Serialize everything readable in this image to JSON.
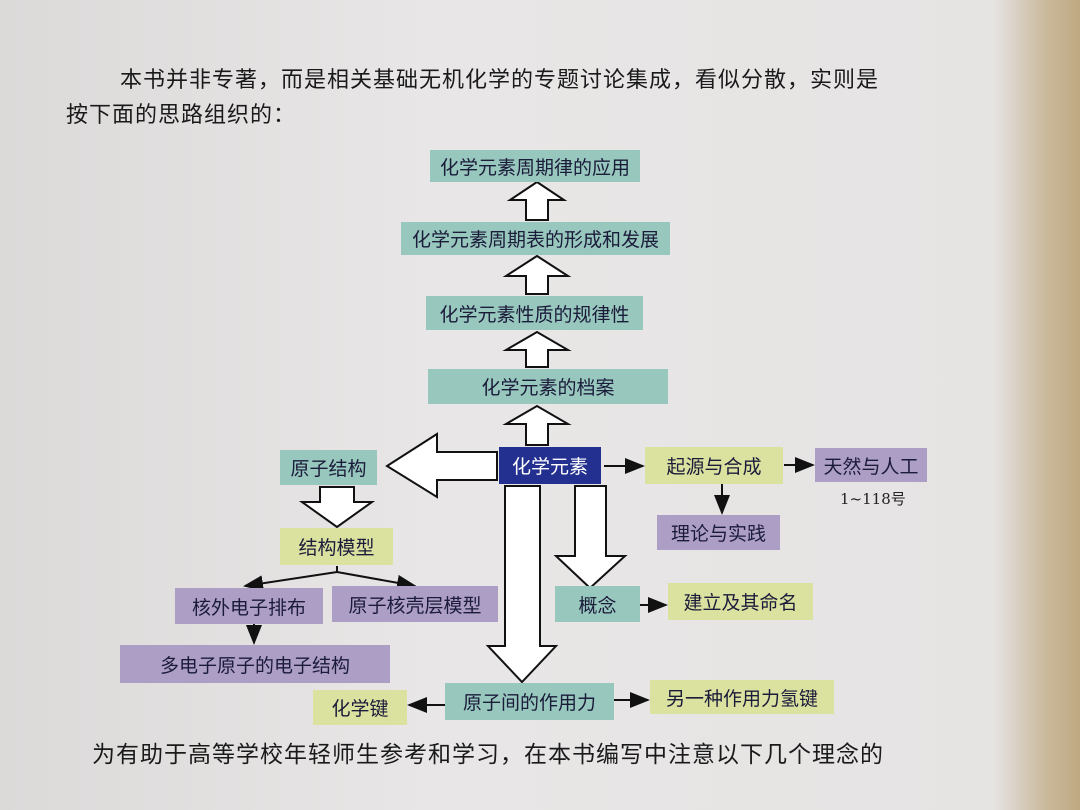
{
  "text": {
    "intro_line1": "本书并非专著，而是相关基础无机化学的专题讨论集成，看似分散，实则是",
    "intro_line2": "按下面的思路组织的：",
    "bottom_line": "为有助于高等学校年轻师生参考和学习，在本书编写中注意以下几个理念的"
  },
  "diagram": {
    "stack": [
      "化学元素周期律的应用",
      "化学元素周期表的形成和发展",
      "化学元素性质的规律性",
      "化学元素的档案"
    ],
    "center": "化学元素",
    "atomic_structure": "原子结构",
    "structure_model": "结构模型",
    "electron_config": "核外电子排布",
    "nuclear_shell": "原子核壳层模型",
    "multi_electron": "多电子原子的电子结构",
    "origin": "起源与合成",
    "natural_artificial": "天然与人工",
    "element_range": "1~118号",
    "theory_practice": "理论与实践",
    "concept": "概念",
    "naming": "建立及其命名",
    "interatomic_force": "原子间的作用力",
    "chemical_bond": "化学键",
    "hydrogen_bond": "另一种作用力氢键"
  },
  "colors": {
    "teal": "#97c7bd",
    "yellow": "#dbe19f",
    "purple": "#ad9ec6",
    "blue": "#23308f"
  }
}
